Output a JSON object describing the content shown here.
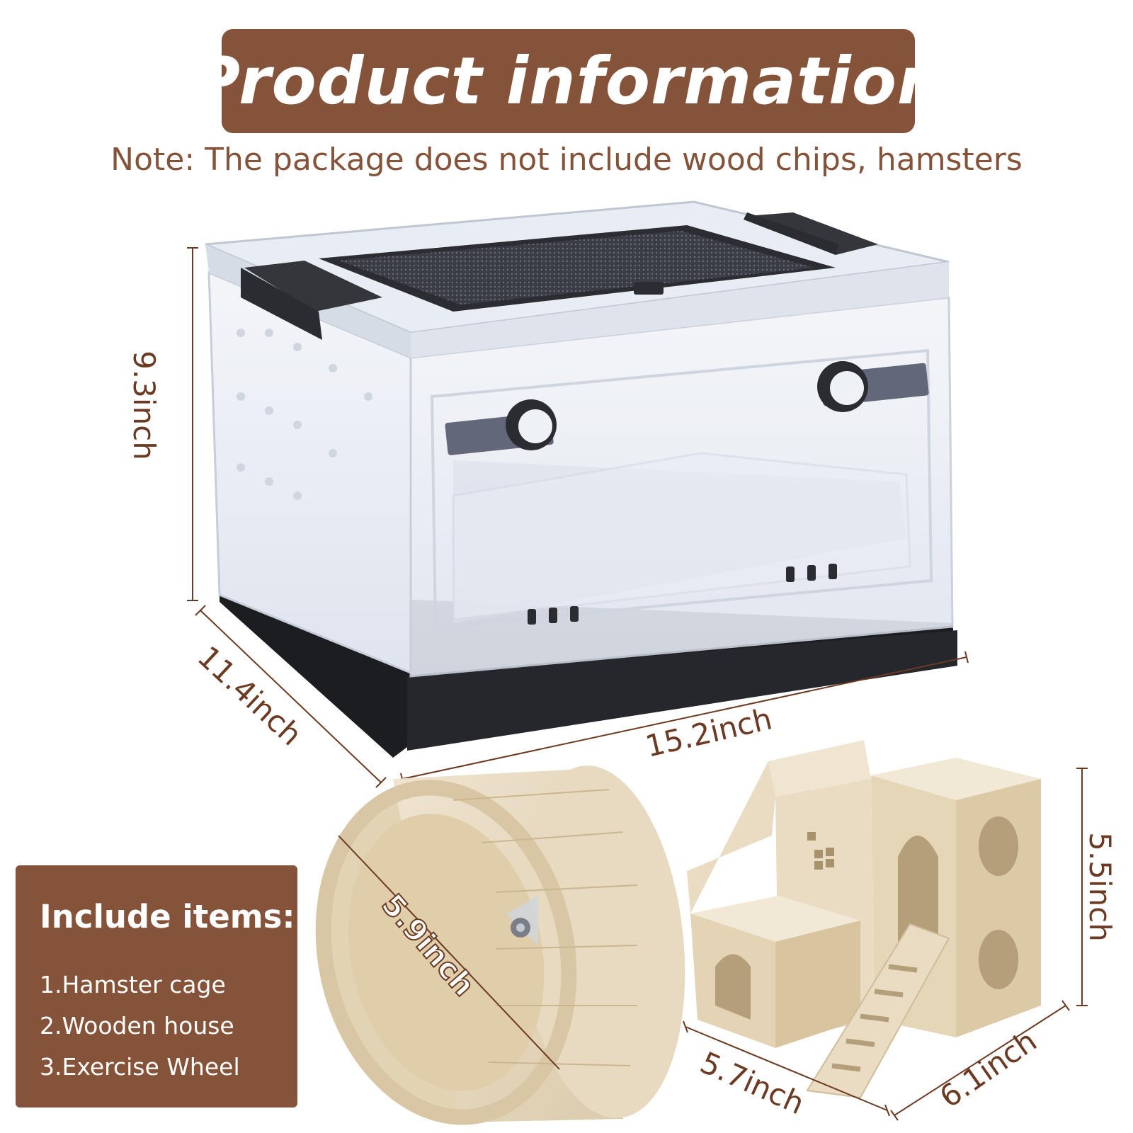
{
  "header": {
    "title": "Product information",
    "note": "Note: The package does not include wood chips, hamsters"
  },
  "dimensions": {
    "cage_height": "9.3inch",
    "cage_depth": "11.4inch",
    "cage_width": "15.2inch",
    "wheel_diameter": "5.9inch",
    "house_height": "5.5inch",
    "house_depth": "5.7inch",
    "house_width": "6.1inch"
  },
  "include_items": {
    "title": "Include items:",
    "items": [
      "1.Hamster cage",
      "2.Wooden house",
      "3.Exercise Wheel"
    ]
  },
  "colors": {
    "brand_brown": "#85533a",
    "dimension_text": "#6b3a22",
    "cage_black": "#1c1d21",
    "wood": "#e9dcc3"
  },
  "icons": [
    "hamster-cage-icon",
    "exercise-wheel-icon",
    "wooden-house-icon"
  ]
}
